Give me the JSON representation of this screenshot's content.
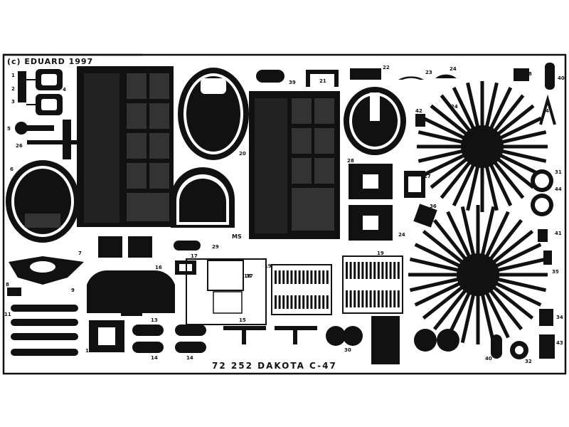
{
  "header": {
    "copyright": "(c) EDUARD 1997"
  },
  "footer": {
    "kit": "72 252 DAKOTA C-47"
  },
  "marking": {
    "ms": "MS"
  },
  "part_numbers": {
    "p1": "1",
    "p2": "2",
    "p3": "3",
    "p4": "4",
    "p5": "5",
    "p6": "6",
    "p7": "7",
    "p8": "8",
    "p9": "9",
    "p11": "11",
    "p12": "12",
    "p13": "13",
    "p14": "14",
    "p14b": "14",
    "p15": "15",
    "p16": "16",
    "p17": "17",
    "p18": "18",
    "p19": "19",
    "p19b": "19",
    "p20": "20",
    "p21": "21",
    "p22": "22",
    "p23": "23",
    "p24": "24",
    "p24b": "24",
    "p24c": "24",
    "p26": "26",
    "p27": "27",
    "p28": "28",
    "p29": "29",
    "p30": "30",
    "p31": "31",
    "p32": "32",
    "p34": "34",
    "p35": "35",
    "p36": "36",
    "p37": "37",
    "p38": "38",
    "p39": "39",
    "p40": "40",
    "p40b": "40",
    "p41": "41",
    "p41b": "41",
    "p42": "42",
    "p43": "43",
    "p44": "44"
  },
  "colors": {
    "ink": "#111111",
    "sheet": "#ffffff",
    "cutout": "#ffffff"
  }
}
